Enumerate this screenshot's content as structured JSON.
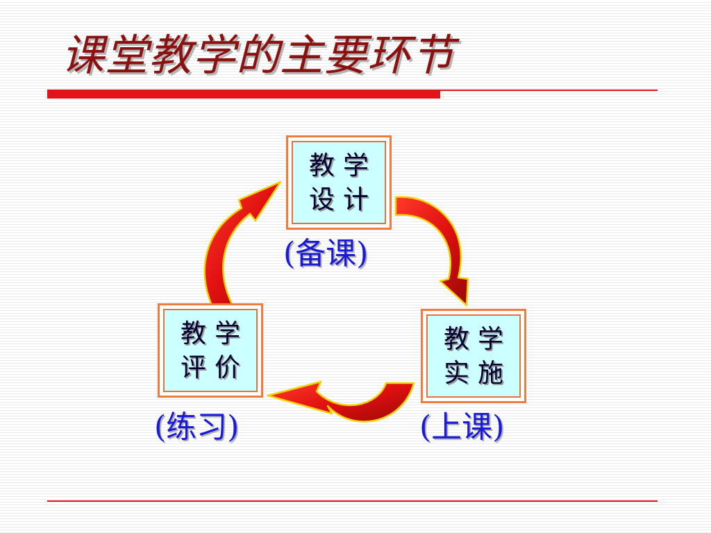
{
  "slide": {
    "title": "课堂教学的主要环节"
  },
  "cycle": {
    "nodes": [
      {
        "id": "design",
        "line1": "教学",
        "line2": "设计",
        "caption": "(备课)"
      },
      {
        "id": "implementation",
        "line1": "教学",
        "line2": "实施",
        "caption": "(上课)"
      },
      {
        "id": "evaluation",
        "line1": "教学",
        "line2": "评价",
        "caption": "(练习)"
      }
    ],
    "colors": {
      "arrow_fill": "#e01010",
      "arrow_outline": "#f0d000",
      "box_border": "#f27a3a",
      "box_fill": "#ccffff",
      "label_text": "#1a1ad6",
      "title_text": "#8b1010",
      "rule": "#e0141c"
    }
  }
}
